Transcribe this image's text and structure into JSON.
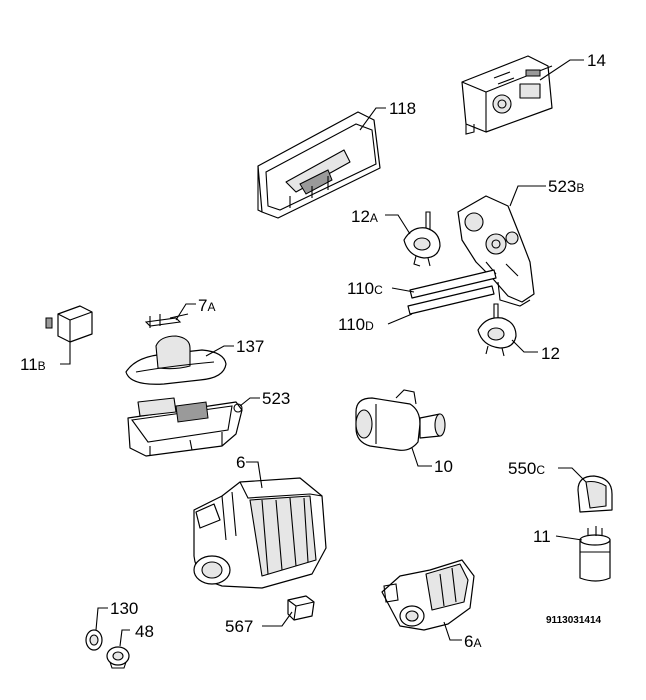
{
  "labels": {
    "p14": "14",
    "p118": "118",
    "p523b_main": "523",
    "p523b_suffix": "B",
    "p12a_main": "12",
    "p12a_suffix": "A",
    "p110c_main": "110",
    "p110c_suffix": "C",
    "p110d_main": "110",
    "p110d_suffix": "D",
    "p12": "12",
    "p7a_main": "7",
    "p7a_suffix": "A",
    "p11b_main": "11",
    "p11b_suffix": "B",
    "p137": "137",
    "p523": "523",
    "p10": "10",
    "p6": "6",
    "p550c_main": "550",
    "p550c_suffix": "C",
    "p11": "11",
    "p130": "130",
    "p48": "48",
    "p567": "567",
    "p6a_main": "6",
    "p6a_suffix": "A"
  },
  "drawing_code": "9113031414"
}
